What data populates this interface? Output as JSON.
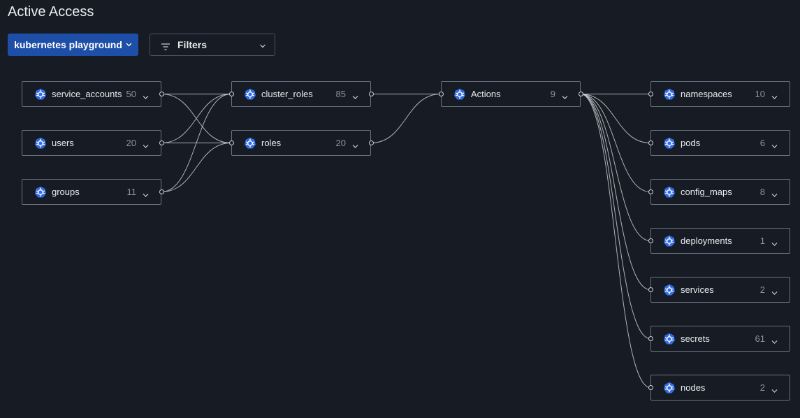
{
  "page": {
    "title": "Active Access"
  },
  "toolbar": {
    "cluster_label": "kubernetes playground",
    "filters_label": "Filters"
  },
  "colors": {
    "background": "#161b24",
    "primary_button": "#1e4fa8",
    "node_border": "#6b7280",
    "edge": "#c9ccd1",
    "k8s_icon": "#326ce5"
  },
  "graph": {
    "subjects": [
      {
        "label": "service_accounts",
        "count": "50"
      },
      {
        "label": "users",
        "count": "20"
      },
      {
        "label": "groups",
        "count": "11"
      }
    ],
    "roles": [
      {
        "label": "cluster_roles",
        "count": "85"
      },
      {
        "label": "roles",
        "count": "20"
      }
    ],
    "actions": [
      {
        "label": "Actions",
        "count": "9"
      }
    ],
    "resources": [
      {
        "label": "namespaces",
        "count": "10"
      },
      {
        "label": "pods",
        "count": "6"
      },
      {
        "label": "config_maps",
        "count": "8"
      },
      {
        "label": "deployments",
        "count": "1"
      },
      {
        "label": "services",
        "count": "2"
      },
      {
        "label": "secrets",
        "count": "61"
      },
      {
        "label": "nodes",
        "count": "2"
      }
    ]
  }
}
